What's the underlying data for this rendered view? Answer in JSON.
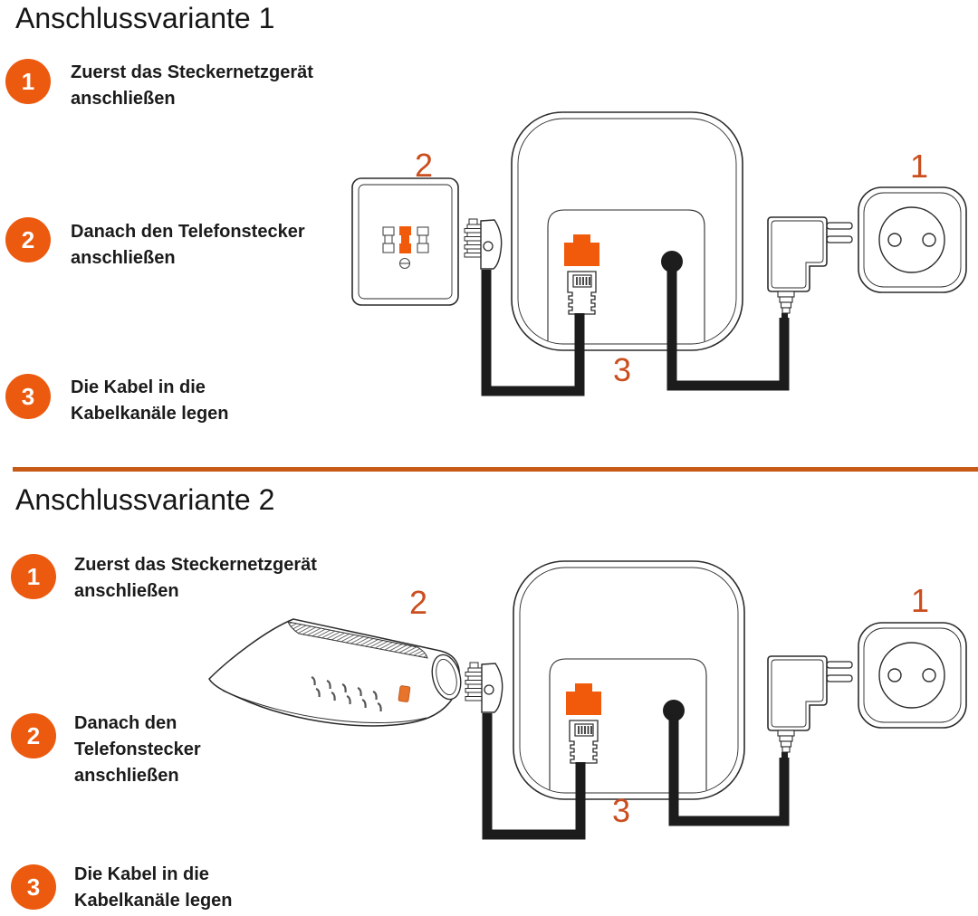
{
  "colors": {
    "accent": "#EC5A0F",
    "divider": "#C75A17",
    "diagram_label": "#CB4E1F",
    "port_orange": "#F15A0A",
    "router_port_orange": "#E8742B",
    "text": "#1B1B1B",
    "outline": "#2B2B2B",
    "cable": "#1C1C1C"
  },
  "icons": {
    "step_badge": "orange-circle-number",
    "variant1_devices": [
      "tae-wall-socket",
      "tae-plug",
      "base-station-rear",
      "phone-port",
      "phone-plug",
      "power-port",
      "power-adapter",
      "power-outlet"
    ],
    "variant2_devices": [
      "dsl-router",
      "tae-plug",
      "base-station-rear",
      "phone-port",
      "phone-plug",
      "power-port",
      "power-adapter",
      "power-outlet"
    ]
  },
  "sections": [
    {
      "title": "Anschlussvariante 1",
      "steps": [
        {
          "number": "1",
          "text": "Zuerst das Steckernetzgerät\nanschließen"
        },
        {
          "number": "2",
          "text": "Danach den Telefonstecker\nanschließen"
        },
        {
          "number": "3",
          "text": "Die Kabel in die\nKabelkanäle legen"
        }
      ],
      "labels": {
        "power_outlet": "1",
        "tae_socket": "2",
        "cable_channels": "3"
      }
    },
    {
      "title": "Anschlussvariante 2",
      "steps": [
        {
          "number": "1",
          "text": "Zuerst das Steckernetzgerät\nanschließen"
        },
        {
          "number": "2",
          "text": "Danach den\nTelefonstecker\nanschließen"
        },
        {
          "number": "3",
          "text": "Die Kabel in die\nKabelkanäle legen"
        }
      ],
      "labels": {
        "power_outlet": "1",
        "router": "2",
        "cable_channels": "3"
      }
    }
  ]
}
